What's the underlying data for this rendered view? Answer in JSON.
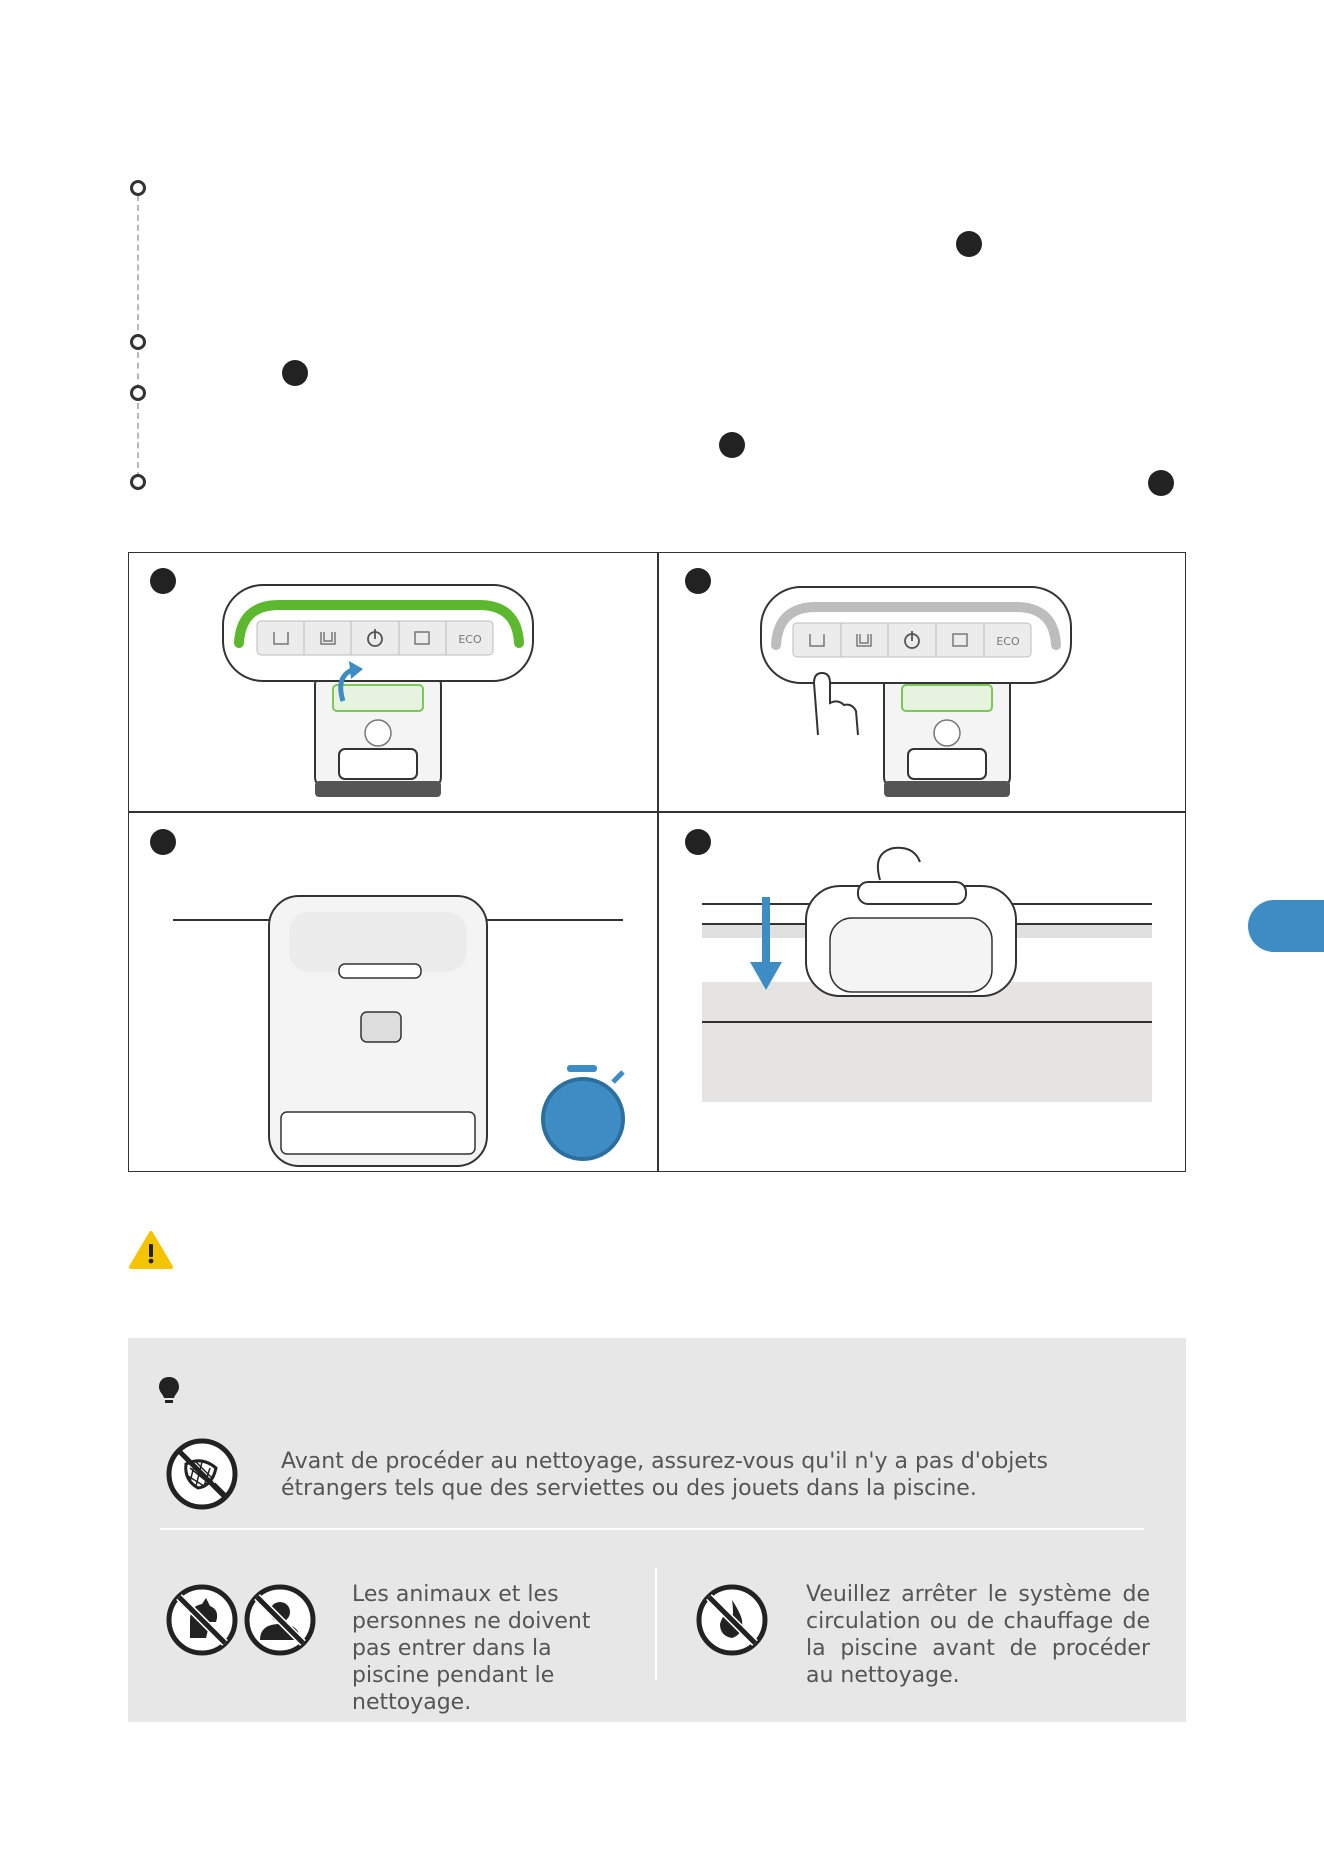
{
  "tips": {
    "foreign_objects": "Avant de procéder au nettoyage, assurez-vous qu'il n'y a pas d'objets étrangers tels que des serviettes ou des jouets dans la piscine.",
    "no_people_animals": "Les animaux et les personnes ne doivent pas entrer dans la piscine pendant le nettoyage.",
    "stop_circulation": "Veuillez arrêter le système de circulation ou de chauffage de la piscine avant de procéder au nettoyage."
  },
  "control_panel": {
    "eco_label": "ECO"
  },
  "colors": {
    "accent_blue": "#3d8dc4",
    "active_green": "#5cb82e",
    "inactive_gray": "#bdbdbd",
    "tip_background": "#e7e7e7",
    "warning_yellow": "#f5c400"
  },
  "icons": {
    "step_marker": "step-ring-icon",
    "warning": "warning-icon",
    "tip": "lightbulb-icon",
    "no_objects": "no-net-icon",
    "no_animals": "no-dog-icon",
    "no_people": "no-person-icon",
    "no_heating": "no-fire-icon"
  }
}
